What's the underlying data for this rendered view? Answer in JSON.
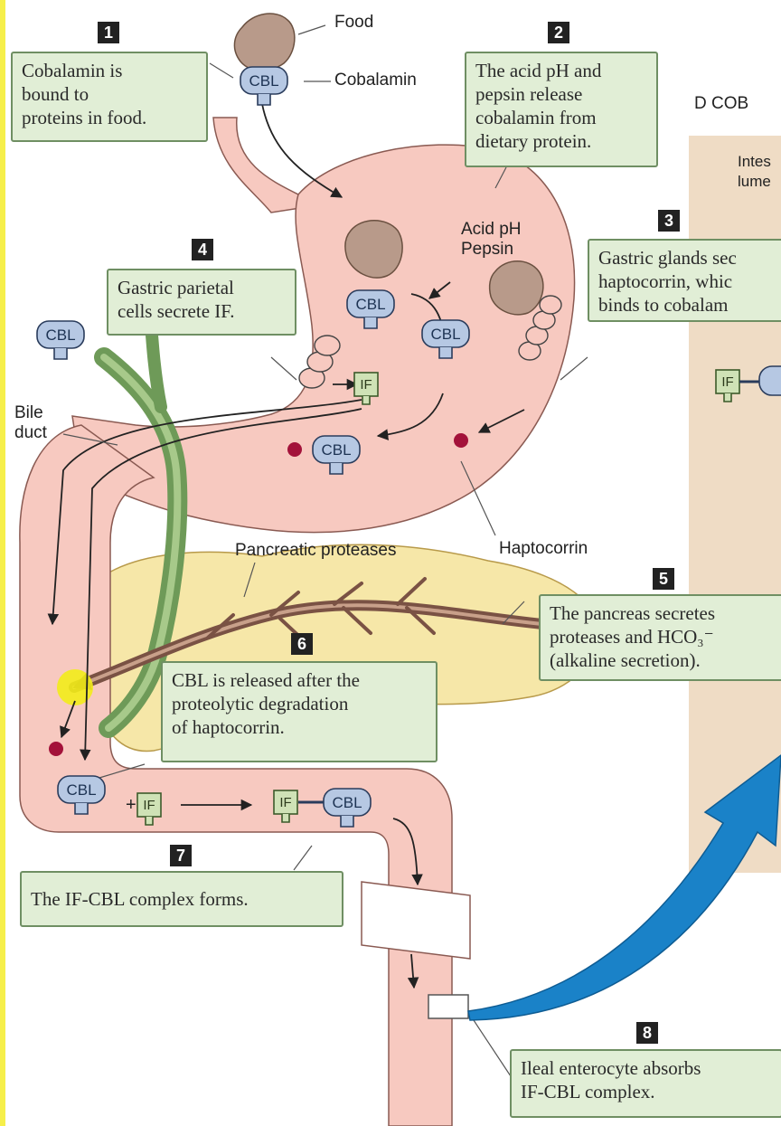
{
  "labels": {
    "food": "Food",
    "cobalamin": "Cobalamin",
    "acid_pepsin": "Acid pH\nPepsin",
    "bile_duct": "Bile\nduct",
    "haptocorrin": "Haptocorrin",
    "pancreatic_proteases": "Pancreatic proteases",
    "panel_d": "D  COB",
    "intestinal_lumen": "Intes\nlume",
    "cbl": "CBL",
    "if": "IF",
    "plus": "+"
  },
  "callouts": [
    {
      "number": "1",
      "text": "Cobalamin is\nbound to\nproteins in food."
    },
    {
      "number": "2",
      "text": "The acid pH and\npepsin release\ncobalamin from\ndietary protein."
    },
    {
      "number": "3",
      "text": "Gastric glands sec\nhaptocorrin, whic\nbinds to cobalam"
    },
    {
      "number": "4",
      "text": "Gastric parietal\ncells secrete IF."
    },
    {
      "number": "5",
      "text": "The pancreas secretes\nproteases and HCO₃⁻\n(alkaline secretion)."
    },
    {
      "number": "6",
      "text": "CBL is released after the\nproteolytic degradation\nof haptocorrin."
    },
    {
      "number": "7",
      "text": "The IF-CBL complex forms."
    },
    {
      "number": "8",
      "text": "Ileal enterocyte absorbs\nIF-CBL complex."
    }
  ],
  "colors": {
    "callout_fill": "#e1eed6",
    "stomach": "#f7c9c0",
    "pancreas": "#f6e7a8",
    "bile_duct": "#6e9a58",
    "cbl_fill": "#b6c8e3",
    "if_fill": "#cfe2b6",
    "haptocorrin_dot": "#a3123a",
    "panel_bg": "#efdcc5",
    "arrow_blue": "#1a82c8"
  }
}
